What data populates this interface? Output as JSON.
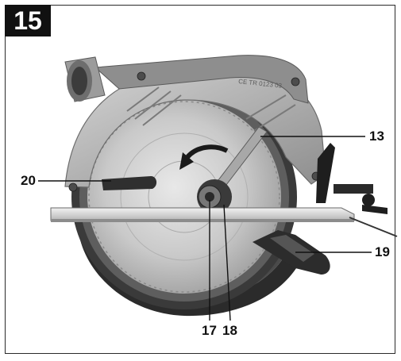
{
  "figure": {
    "number": "15"
  },
  "callouts": {
    "c13": "13",
    "c17": "17",
    "c18": "18",
    "c19": "19",
    "c20": "20"
  },
  "engraving": "CE TR 0123 03"
}
